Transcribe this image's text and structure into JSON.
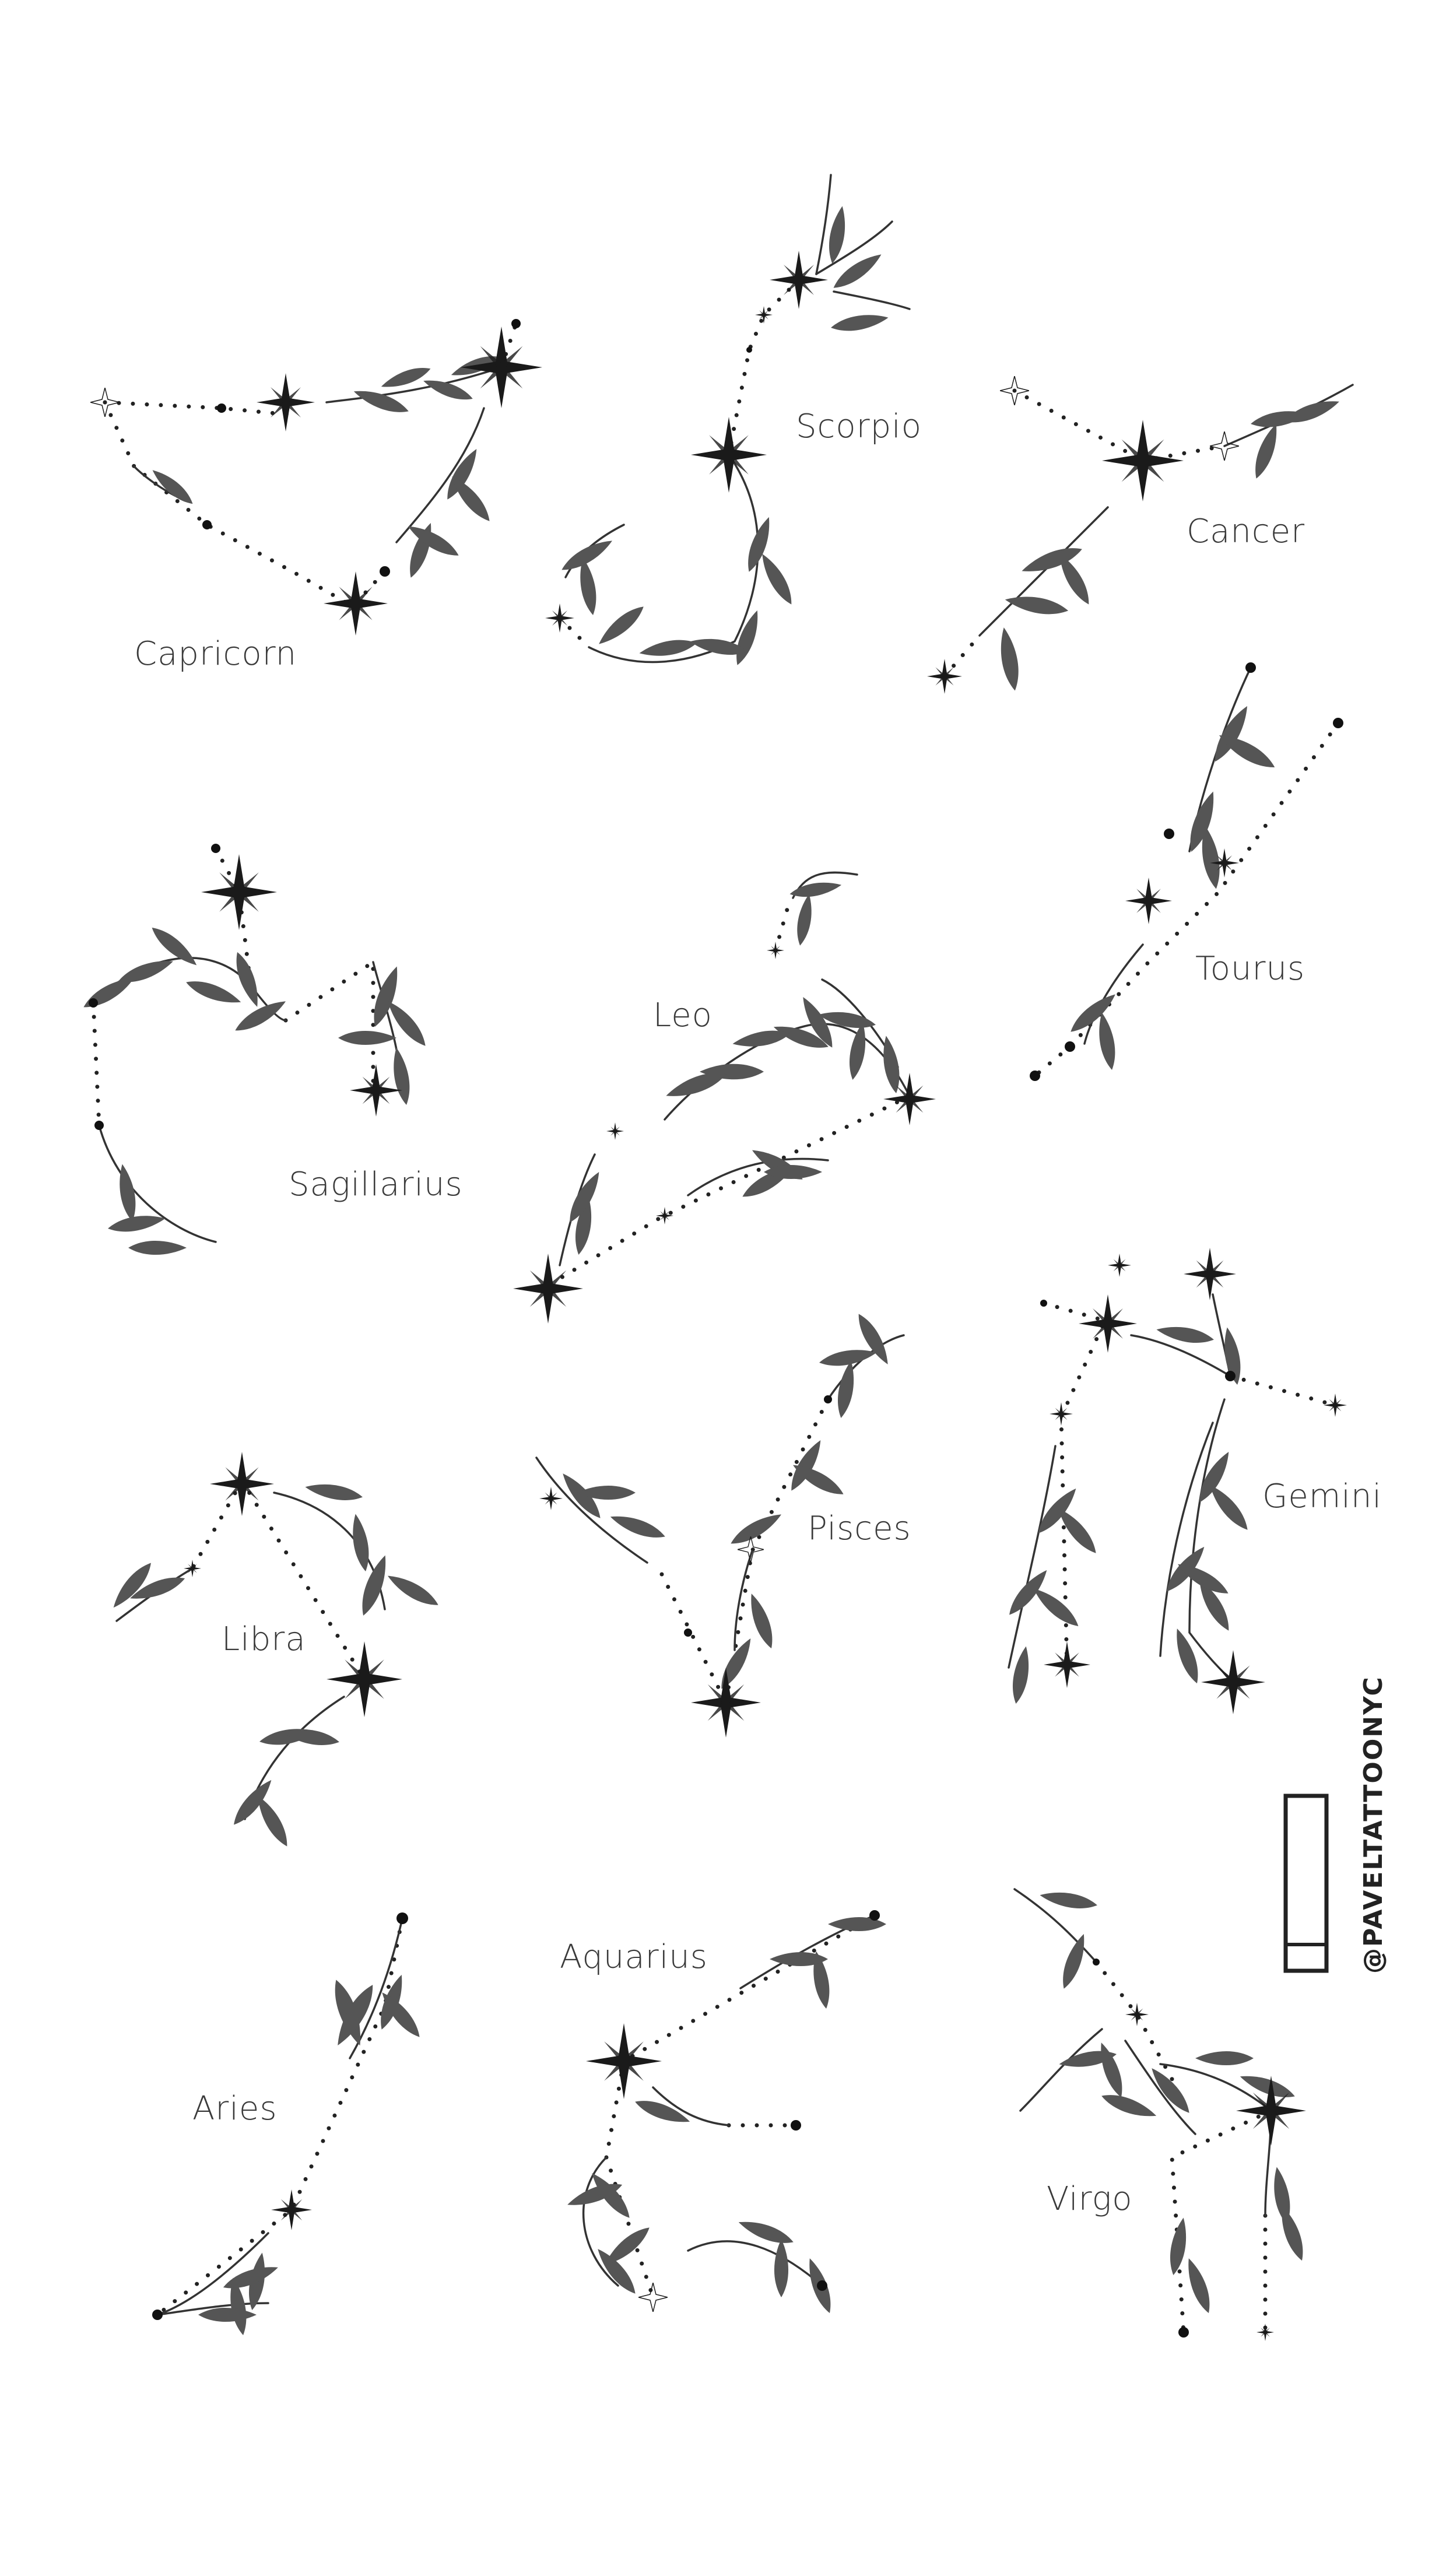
{
  "constellations": {
    "capricorn": "Capricorn",
    "scorpio": "Scorpio",
    "cancer": "Cancer",
    "sagittarius": "Sagillarius",
    "leo": "Leo",
    "taurus": "Tourus",
    "libra": "Libra",
    "pisces": "Pisces",
    "gemini": "Gemini",
    "aries": "Aries",
    "aquarius": "Aquarius",
    "virgo": "Virgo"
  },
  "watermark": "@PAVELTATTOONYC",
  "colors": {
    "background": "#ffffff",
    "ink": "#1a1a1a",
    "leaf": "#555555",
    "label": "#3a3a3a"
  },
  "icons": {
    "star": "four-point-star-icon",
    "leaf": "leaf-icon",
    "logo": "tattoo-studio-logo"
  }
}
